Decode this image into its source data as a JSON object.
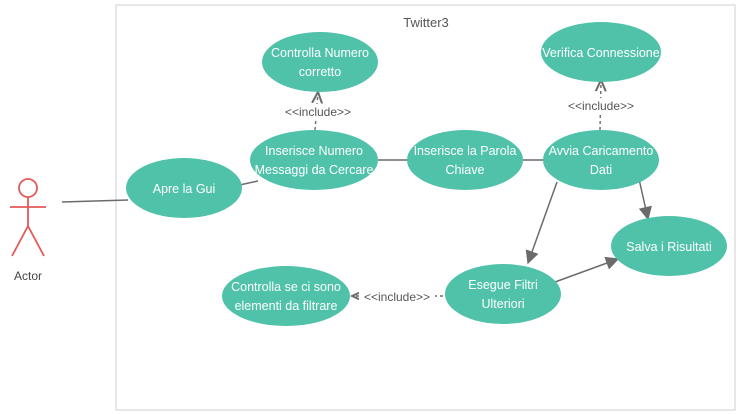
{
  "system": {
    "title": "Twitter3"
  },
  "actor": {
    "name": "Actor"
  },
  "use_cases": {
    "apre_gui": [
      "Apre la Gui"
    ],
    "controlla_numero": [
      "Controlla Numero",
      "corretto"
    ],
    "inserisce_numero": [
      "Inserisce Numero",
      "Messaggi da Cercare"
    ],
    "inserisce_parola": [
      "Inserisce la Parola",
      "Chiave"
    ],
    "avvia_caricamento": [
      "Avvia Caricamento",
      "Dati"
    ],
    "verifica_connessione": [
      "Verifica Connessione"
    ],
    "salva_risultati": [
      "Salva i Risultati"
    ],
    "esegue_filtri": [
      "Esegue Filtri",
      "Ulteriori"
    ],
    "controlla_elementi": [
      "Controlla se ci sono",
      "elementi da filtrare"
    ]
  },
  "relations": {
    "include_numero": "<<include>>",
    "include_connessione": "<<include>>",
    "include_filtri": "<<include>>"
  },
  "colors": {
    "use_case_fill": "#4fc2a9",
    "actor_stroke": "#e45a5a",
    "line": "#6b6b6b",
    "frame": "#cfcfcf"
  }
}
